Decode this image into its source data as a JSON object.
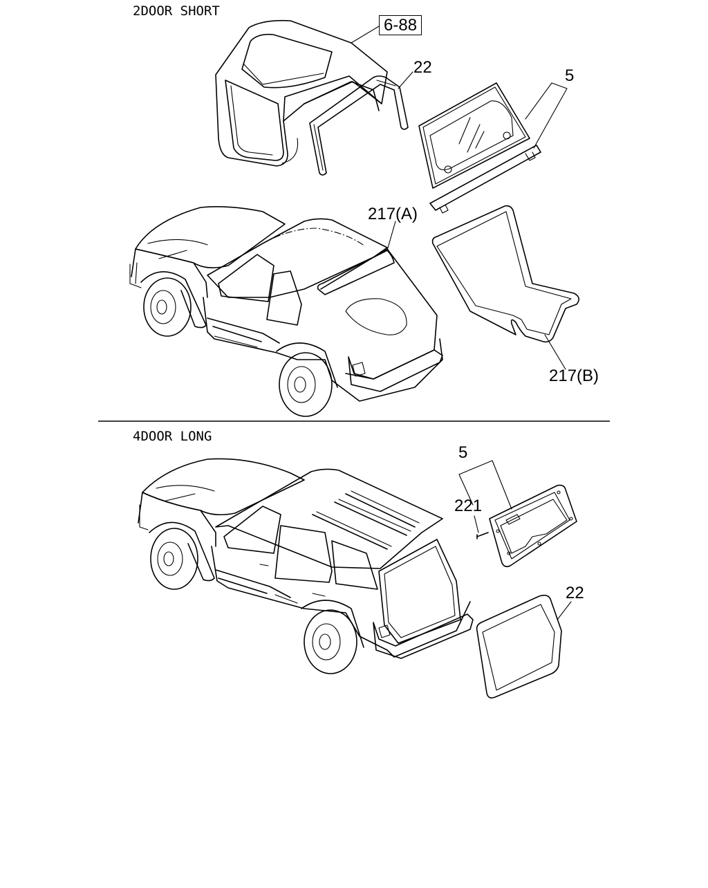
{
  "sections": [
    {
      "title": "2DOOR SHORT"
    },
    {
      "title": "4DOOR LONG"
    }
  ],
  "callouts": {
    "ref_page": "6-88",
    "top_seal": "22",
    "top_glass": "5",
    "top_seal_a": "217(A)",
    "top_seal_b": "217(B)",
    "bottom_glass": "5",
    "bottom_clip": "221",
    "bottom_seal": "22"
  }
}
